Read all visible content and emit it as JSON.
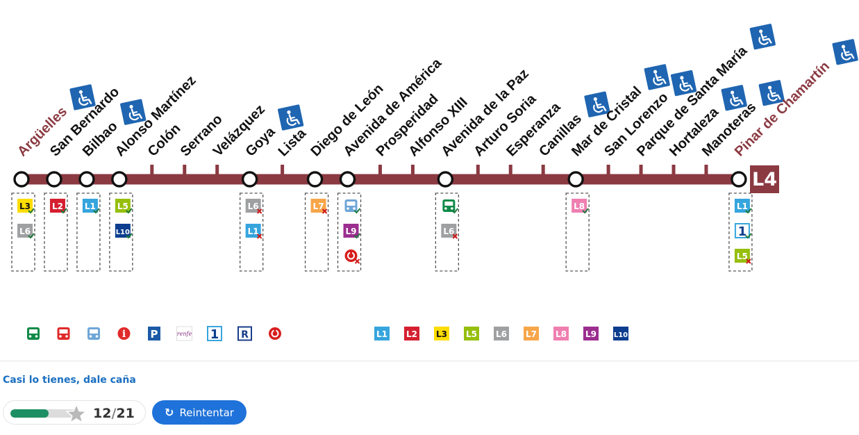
{
  "line": {
    "name": "L4",
    "color": "#8b3a42"
  },
  "colors": {
    "L1": "#36a5dd",
    "L2": "#d42030",
    "L3": "#fedd00",
    "L5": "#96bf0d",
    "L6": "#9ea0a2",
    "L7": "#f7a64a",
    "L8": "#ef7fb0",
    "L9": "#9b2e8f",
    "L10": "#0c3d8e",
    "renfe": "#8a2f82",
    "wheelchair": "#1f65b1",
    "check": "#1e7a3d",
    "cross": "#cc1a1a",
    "terminal": "#8b3a42",
    "station": "#111111"
  },
  "stations": [
    {
      "name": "Argüelles",
      "terminal": true,
      "wheelchair": true,
      "interchange": true
    },
    {
      "name": "San Bernardo",
      "terminal": false,
      "wheelchair": false,
      "interchange": true
    },
    {
      "name": "Bilbao",
      "terminal": false,
      "wheelchair": true,
      "interchange": true
    },
    {
      "name": "Alonso Martínez",
      "terminal": false,
      "wheelchair": false,
      "interchange": true
    },
    {
      "name": "Colón",
      "terminal": false,
      "wheelchair": false,
      "interchange": false
    },
    {
      "name": "Serrano",
      "terminal": false,
      "wheelchair": false,
      "interchange": false
    },
    {
      "name": "Velázquez",
      "terminal": false,
      "wheelchair": false,
      "interchange": false
    },
    {
      "name": "Goya",
      "terminal": false,
      "wheelchair": true,
      "interchange": true
    },
    {
      "name": "Lista",
      "terminal": false,
      "wheelchair": false,
      "interchange": false
    },
    {
      "name": "Diego de León",
      "terminal": false,
      "wheelchair": false,
      "interchange": true
    },
    {
      "name": "Avenida de América",
      "terminal": false,
      "wheelchair": false,
      "interchange": true
    },
    {
      "name": "Prosperidad",
      "terminal": false,
      "wheelchair": false,
      "interchange": false
    },
    {
      "name": "Alfonso XIII",
      "terminal": false,
      "wheelchair": false,
      "interchange": false
    },
    {
      "name": "Avenida de la Paz",
      "terminal": false,
      "wheelchair": false,
      "interchange": true
    },
    {
      "name": "Arturo Soria",
      "terminal": false,
      "wheelchair": false,
      "interchange": false
    },
    {
      "name": "Esperanza",
      "terminal": false,
      "wheelchair": false,
      "interchange": false
    },
    {
      "name": "Canillas",
      "terminal": false,
      "wheelchair": true,
      "interchange": false
    },
    {
      "name": "Mar de Cristal",
      "terminal": false,
      "wheelchair": true,
      "interchange": true
    },
    {
      "name": "San Lorenzo",
      "terminal": false,
      "wheelchair": true,
      "interchange": false
    },
    {
      "name": "Parque de Santa María",
      "terminal": false,
      "wheelchair": true,
      "interchange": false
    },
    {
      "name": "Hortaleza",
      "terminal": false,
      "wheelchair": true,
      "interchange": false
    },
    {
      "name": "Manoteras",
      "terminal": false,
      "wheelchair": true,
      "interchange": false
    },
    {
      "name": "Pinar de Chamartín",
      "terminal": true,
      "wheelchair": true,
      "interchange": true
    }
  ],
  "connections": [
    {
      "station": 0,
      "items": [
        {
          "code": "L3",
          "state": "check"
        },
        {
          "code": "L6",
          "state": "check"
        }
      ]
    },
    {
      "station": 1,
      "items": [
        {
          "code": "L2",
          "state": "check"
        }
      ]
    },
    {
      "station": 2,
      "items": [
        {
          "code": "L1",
          "state": "check"
        }
      ]
    },
    {
      "station": 3,
      "items": [
        {
          "code": "L5",
          "state": "check"
        },
        {
          "code": "L10",
          "state": "check"
        }
      ]
    },
    {
      "station": 7,
      "items": [
        {
          "code": "L6",
          "state": "cross"
        },
        {
          "code": "L1",
          "state": "cross"
        }
      ]
    },
    {
      "station": 9,
      "items": [
        {
          "code": "L7",
          "state": "cross"
        }
      ]
    },
    {
      "station": 10,
      "items": [
        {
          "code": "bus-urban",
          "state": "check"
        },
        {
          "code": "L9",
          "state": "check"
        },
        {
          "code": "cercanias",
          "state": "cross"
        }
      ]
    },
    {
      "station": 13,
      "items": [
        {
          "code": "bus-interurban",
          "state": "check"
        },
        {
          "code": "L6",
          "state": "cross"
        }
      ]
    },
    {
      "station": 17,
      "items": [
        {
          "code": "L8",
          "state": "check"
        }
      ]
    },
    {
      "station": 22,
      "items": [
        {
          "code": "L1",
          "state": "check"
        },
        {
          "code": "ml1",
          "state": "check"
        },
        {
          "code": "L5",
          "state": "cross"
        }
      ]
    }
  ],
  "legend_services": [
    "bus-interurban",
    "bus-long",
    "bus-urban",
    "info",
    "parking",
    "renfe",
    "ml1",
    "r-ramal",
    "cercanias"
  ],
  "legend_lines": [
    "L1",
    "L2",
    "L3",
    "L5",
    "L6",
    "L7",
    "L8",
    "L9",
    "L10"
  ],
  "icon_text": {
    "renfe": "renfe",
    "ml1": "1",
    "r-ramal": "R",
    "parking": "P",
    "info": "i"
  },
  "feedback": "Casi lo tienes, dale caña",
  "score": {
    "current": 12,
    "separator": "/",
    "total": 21,
    "progress": 0.57
  },
  "retry": {
    "label": "Reintentar",
    "icon": "refresh-icon"
  }
}
